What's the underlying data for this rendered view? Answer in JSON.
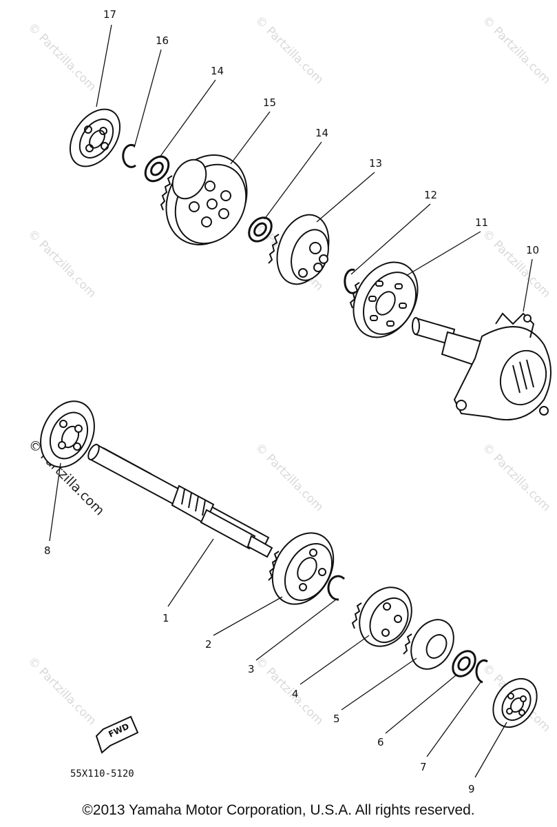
{
  "diagram": {
    "callouts": [
      "1",
      "2",
      "3",
      "4",
      "5",
      "6",
      "7",
      "8",
      "9",
      "10",
      "11",
      "12",
      "13",
      "14",
      "15",
      "16",
      "17"
    ],
    "part_number": "55X110-5120",
    "fwd_label": "FWD",
    "watermark": "© Partzilla.com",
    "copyright": "©2013 Yamaha Motor Corporation, U.S.A. All rights reserved."
  }
}
